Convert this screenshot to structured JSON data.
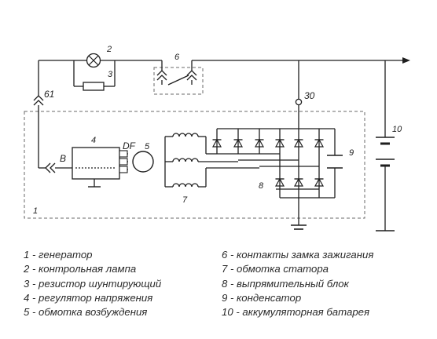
{
  "labels": {
    "terminal_61": "61",
    "terminal_30": "30",
    "terminal_b": "B",
    "terminal_df": "DF",
    "num_1": "1",
    "num_2": "2",
    "num_3": "3",
    "num_4": "4",
    "num_5": "5",
    "num_6": "6",
    "num_7": "7",
    "num_8": "8",
    "num_9": "9",
    "num_10": "10"
  },
  "legend": {
    "left": [
      "1 - генератор",
      "2 - контрольная лампа",
      "3 - резистор шунтирующий",
      "4 - регулятор напряжения",
      "5 - обмотка возбуждения"
    ],
    "right": [
      "6 - контакты замка зажигания",
      "7 - обмотка статора",
      "8 - выпрямительный блок",
      "9 - конденсатор",
      "10 - аккумуляторная батарея"
    ]
  },
  "colors": {
    "line": "#1e1e1e",
    "dash": "#6a6a6a",
    "text": "#2a2a2a"
  }
}
